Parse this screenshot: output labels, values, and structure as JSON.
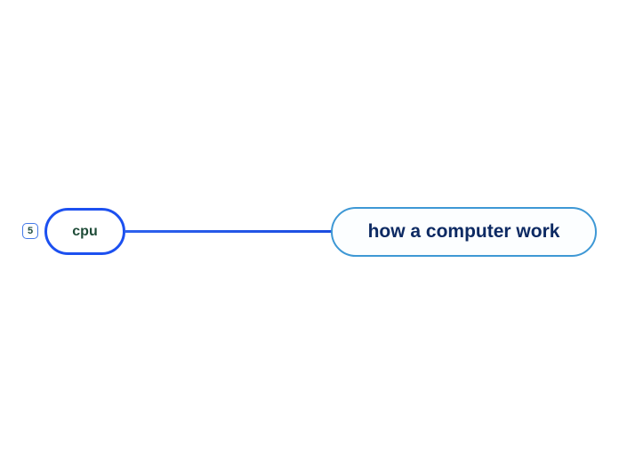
{
  "canvas": {
    "background_color": "#ffffff"
  },
  "mindmap": {
    "root_topic": {
      "label": "how a computer work",
      "border_color": "#3e98d5",
      "fill_color": "#fcfeff",
      "text_color": "#0d2a63"
    },
    "child_topic": {
      "label": "cpu",
      "border_color": "#1c50f0",
      "fill_color": "#ffffff",
      "text_color": "#1e4b37",
      "collapsed_badge": {
        "count": "5",
        "border_color": "#4479e8",
        "text_color": "#234f41"
      }
    },
    "connector": {
      "color": "#2458ea"
    }
  }
}
